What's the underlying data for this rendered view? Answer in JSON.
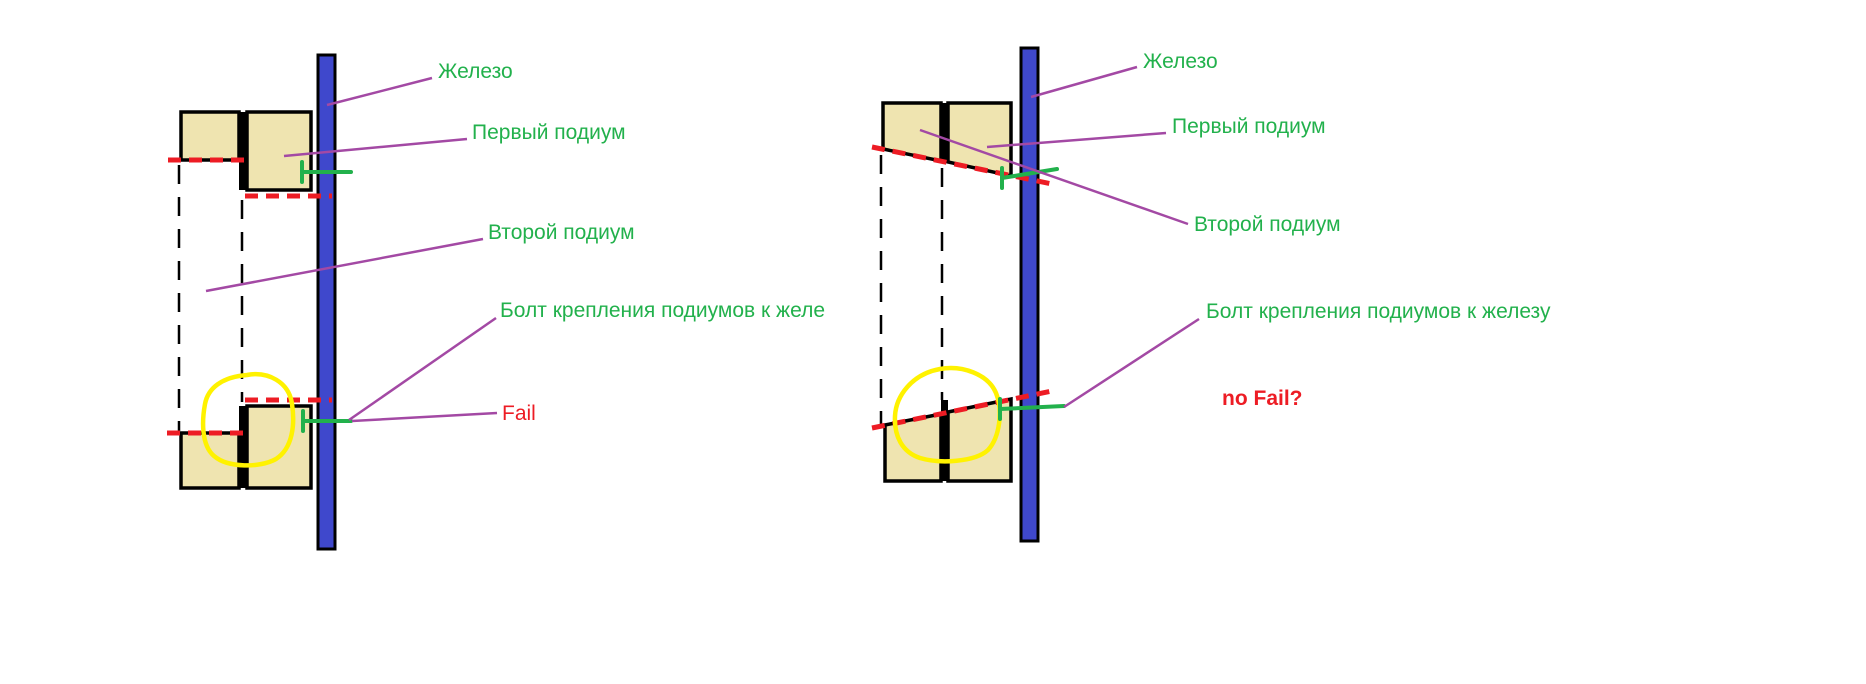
{
  "colors": {
    "background": "#ffffff",
    "iron_blue": "#3f48cc",
    "podium_tan": "#efe4b0",
    "outline": "#000000",
    "annotation_purple": "#a349a4",
    "label_green": "#22b14c",
    "alert_red": "#ed1c24",
    "highlight_yellow": "#fff200"
  },
  "left_diagram": {
    "labels": {
      "iron": "Железо",
      "first_podium": "Первый подиум",
      "second_podium": "Второй подиум",
      "bolt": "Болт крепления подиумов к желе",
      "fail": "Fail"
    }
  },
  "right_diagram": {
    "labels": {
      "iron": "Железо",
      "first_podium": "Первый подиум",
      "second_podium": "Второй подиум",
      "bolt": "Болт крепления подиумов к железу",
      "no_fail": "no Fail?"
    }
  }
}
